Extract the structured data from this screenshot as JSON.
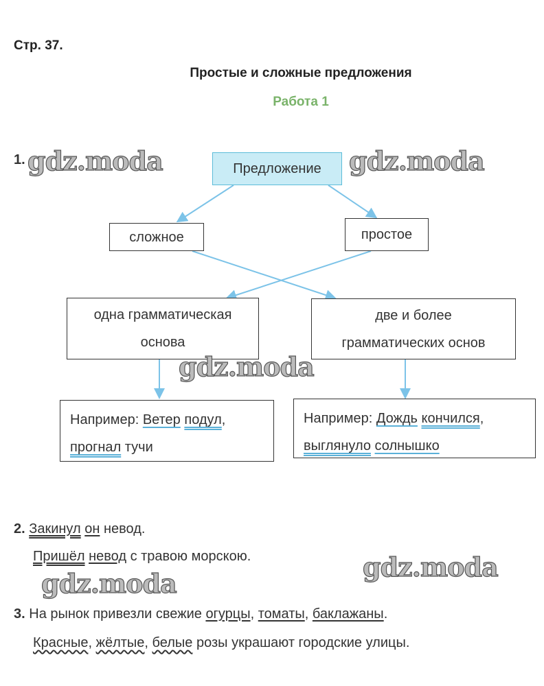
{
  "header": "Стр. 37.",
  "title": "Простые и сложные предложения",
  "subtitle": "Работа 1",
  "task1": {
    "number": "1.",
    "root": "Предложение",
    "complex": "сложное",
    "simple": "простое",
    "one_basis": [
      "одна грамматическая",
      "основа"
    ],
    "two_basis": [
      "две и более",
      "грамматических основ"
    ],
    "example1": {
      "prefix": "Например:",
      "w1": "Ветер",
      "w2": "подул",
      "w3": "прогнал",
      "w4": "тучи"
    },
    "example2": {
      "prefix": "Например:",
      "w1": "Дождь",
      "w2": "кончился",
      "w3": "выглянуло",
      "w4": "солнышко"
    }
  },
  "task2": {
    "number": "2.",
    "l1": {
      "w1": "Закинул",
      "w2": "он",
      "rest": "невод."
    },
    "l2": {
      "w1": "Пришёл",
      "w2": "невод",
      "rest": "с травою морскою."
    }
  },
  "task3": {
    "number": "3.",
    "l1": {
      "pre": "На рынок привезли свежие",
      "w1": "огурцы",
      "w2": "томаты",
      "w3": "баклажаны"
    },
    "l2": {
      "w1": "Красные",
      "w2": "жёлтые",
      "w3": "белые",
      "rest": "розы украшают городские улицы."
    }
  },
  "watermark": "gdz.moda",
  "colors": {
    "accent": "#7ab36a",
    "arrow": "#7cc3e8",
    "root_fill": "#c9ecf6"
  }
}
